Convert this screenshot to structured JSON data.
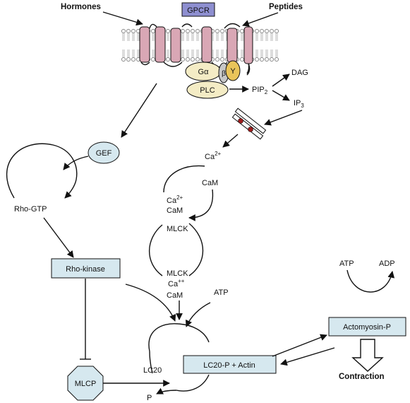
{
  "colors": {
    "receptor": "#d9a7b5",
    "gpcr_box": "#8e8fd0",
    "protein_fill": "#f4ecc5",
    "gamma_fill": "#e9c45a",
    "beta_fill": "#c7c7c7",
    "blue_box": "#d6e8ef",
    "dot_red": "#9e1b1b"
  },
  "labels": {
    "hormones": "Hormones",
    "peptides": "Peptides",
    "gpcr": "GPCR",
    "g_alpha": "Gα",
    "g_beta": "β",
    "g_gamma": "Y",
    "plc": "PLC",
    "pip2_main": "PIP",
    "pip2_sub": "2",
    "dag": "DAG",
    "ip3_main": "IP",
    "ip3_sub": "3",
    "gef": "GEF",
    "ca_main": "Ca",
    "ca_sup": "2+",
    "cam": "CaM",
    "ca_cam_line1_main": "Ca",
    "ca_cam_line1_sup": "2+",
    "ca_cam_line2": "CaM",
    "mlck_top": "MLCK",
    "rho_gtp": "Rho-GTP",
    "rho_kinase": "Rho-kinase",
    "mlck_complex_line1": "MLCK",
    "mlck_complex_line2_main": "Ca",
    "mlck_complex_line2_sup": "++",
    "mlck_complex_line3": "CaM",
    "atp_left": "ATP",
    "atp_right": "ATP",
    "adp": "ADP",
    "actomyosin_p": "Actomyosin-P",
    "lc20": "LC20",
    "lc20p_actin": "LC20-P + Actin",
    "mlcp": "MLCP",
    "p": "P",
    "contraction": "Contraction"
  }
}
